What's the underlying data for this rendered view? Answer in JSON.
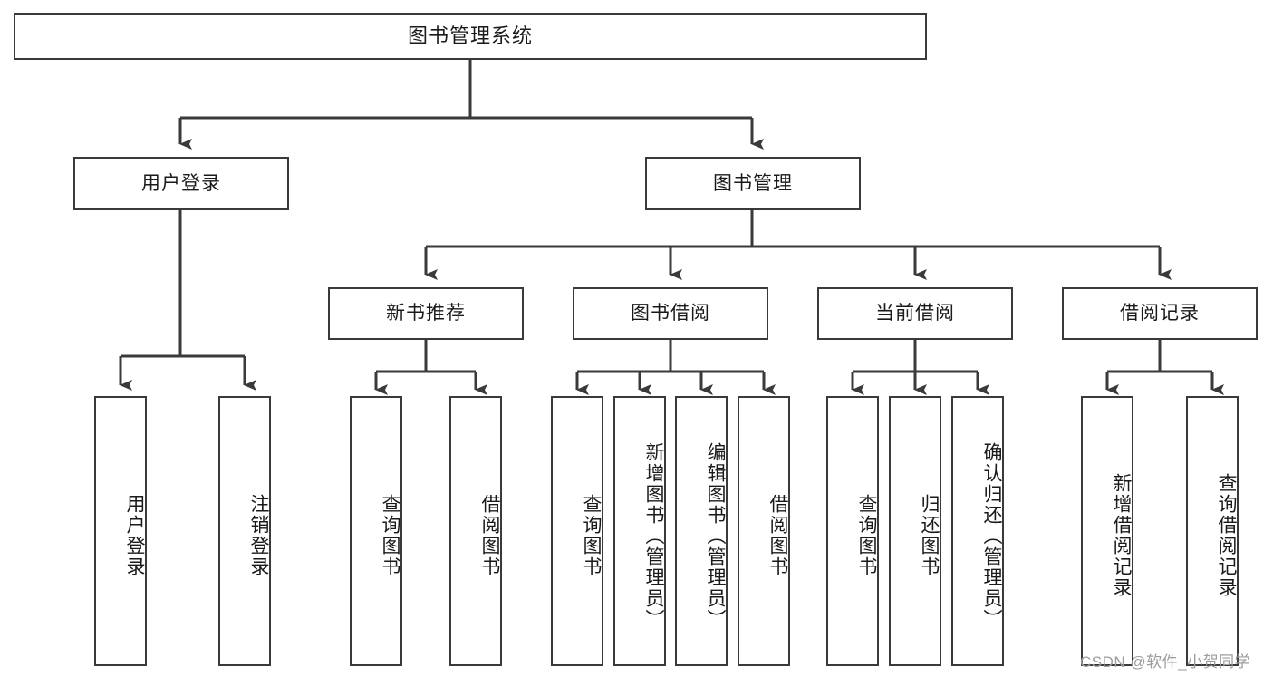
{
  "diagram": {
    "title": "图书管理系统",
    "type": "功能结构图",
    "stroke_color": "#3a3a3a",
    "background_color": "#ffffff",
    "text_color": "#1a1a1a"
  },
  "root": {
    "label": "图书管理系统"
  },
  "level2": [
    {
      "id": "user-login",
      "label": "用户登录"
    },
    {
      "id": "book-manage",
      "label": "图书管理"
    }
  ],
  "level3": [
    {
      "id": "new-book-rec",
      "label": "新书推荐"
    },
    {
      "id": "book-borrow",
      "label": "图书借阅"
    },
    {
      "id": "current-borrow",
      "label": "当前借阅"
    },
    {
      "id": "borrow-record",
      "label": "借阅记录"
    }
  ],
  "leaves": {
    "user_login": [
      {
        "id": "leaf-user-login",
        "label": "用户登录"
      },
      {
        "id": "leaf-logout",
        "label": "注销登录"
      }
    ],
    "new_book_rec": [
      {
        "id": "leaf-query-book-1",
        "label": "查询图书"
      },
      {
        "id": "leaf-borrow-book-1",
        "label": "借阅图书"
      }
    ],
    "book_borrow": [
      {
        "id": "leaf-query-book-2",
        "label": "查询图书"
      },
      {
        "id": "leaf-add-book",
        "label": "新增图书（管理员）"
      },
      {
        "id": "leaf-edit-book",
        "label": "编辑图书（管理员）"
      },
      {
        "id": "leaf-borrow-book-2",
        "label": "借阅图书"
      }
    ],
    "current_borrow": [
      {
        "id": "leaf-query-book-3",
        "label": "查询图书"
      },
      {
        "id": "leaf-return-book",
        "label": "归还图书"
      },
      {
        "id": "leaf-confirm-return",
        "label": "确认归还（管理员）"
      }
    ],
    "borrow_record": [
      {
        "id": "leaf-add-record",
        "label": "新增借阅记录"
      },
      {
        "id": "leaf-query-record",
        "label": "查询借阅记录"
      }
    ]
  },
  "watermark": {
    "text": "CSDN @软件_小贺同学"
  }
}
